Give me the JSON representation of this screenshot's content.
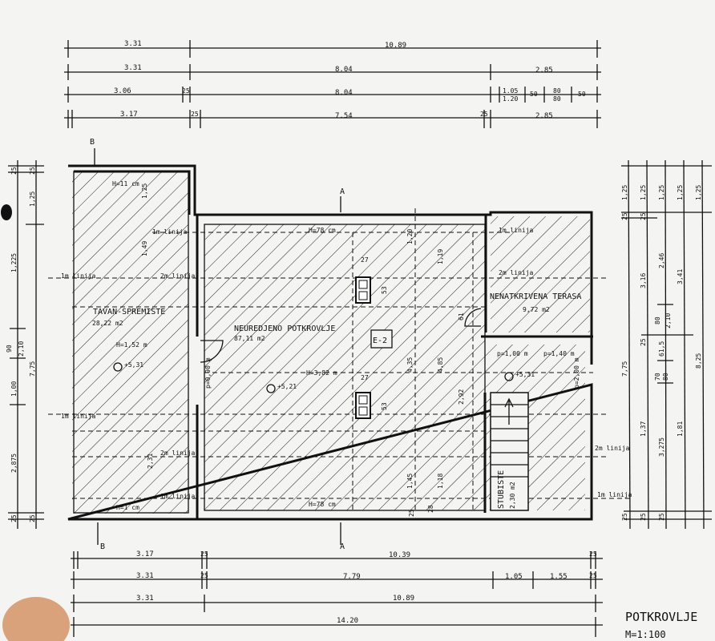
{
  "drawing": {
    "title": "POTKROVLJE",
    "scale": "M=1:100",
    "section_marks": {
      "b_top": "B",
      "b_bottom": "B",
      "a_top": "A",
      "a_bottom": "A"
    }
  },
  "dimensions": {
    "top": [
      [
        "3.31",
        "10.89"
      ],
      [
        "3.31",
        "8.04",
        "2.85"
      ],
      [
        "3.06",
        "25",
        "8.04",
        "1.05",
        "1.20",
        "50",
        "80",
        "80",
        "50"
      ],
      [
        "3.17",
        "25",
        "7.54",
        "25",
        "2.85"
      ]
    ],
    "bottom": [
      [
        "3.17",
        "25",
        "10.39",
        "25"
      ],
      [
        "3.31",
        "25",
        "7.79",
        "1.05",
        "1.55",
        "25"
      ],
      [
        "3.31",
        "10.89"
      ],
      [
        "14.20"
      ]
    ],
    "left": [
      [
        "25",
        "1,225",
        "90",
        "2,10",
        "1,00",
        "2,875",
        "25"
      ],
      [
        "25",
        "1,25",
        "7,75",
        "25"
      ]
    ],
    "right": [
      [
        "1,25",
        "25",
        "7,75",
        "25"
      ],
      [
        "1,25",
        "25",
        "3,16",
        "25",
        "1,37",
        "25"
      ],
      [
        "1,25",
        "2,46",
        "80",
        "2,10",
        "61,5",
        "70",
        "80",
        "3,275",
        "25"
      ],
      [
        "1,25",
        "3,41",
        "1,81"
      ],
      [
        "1,25",
        "8,25"
      ]
    ]
  },
  "rooms": [
    {
      "name": "TAVAN-SPREMISTE",
      "area": "28,22 m2",
      "height": "H=1,52 m",
      "level": "+5,31"
    },
    {
      "name": "NEUREDJENO POTKROVLJE",
      "area": "87,11 m2",
      "height": "H=3,82 m",
      "level": "+5,21"
    },
    {
      "name": "NENATKRIVENA TERASA",
      "area": "9,72 m2"
    },
    {
      "name": "STUBISTE",
      "area": "2,30 m2",
      "level": "+5,31"
    }
  ],
  "annotations": {
    "h_top_left": "H=11 cm",
    "h_bottom_left": "H=1 cm",
    "h_top_main": "H=78 cm",
    "h_bottom_main": "H=78 cm",
    "line1": "1m linija",
    "line2": "2m linija",
    "chimney_label": "E-2",
    "chimney_dim": "27",
    "chimney_dim2": "53",
    "door_left": "p=0,90 m",
    "window_1": "p=1,00 m",
    "window_2": "p=1,40 m",
    "window_3": "p=2,00 m",
    "inner_dims": [
      "1,25",
      "1,49",
      "2,31",
      "1,20",
      "1,19",
      "4,35",
      "4,85",
      "2,92",
      "1,45",
      "1,18",
      "28",
      "25",
      "61"
    ]
  }
}
